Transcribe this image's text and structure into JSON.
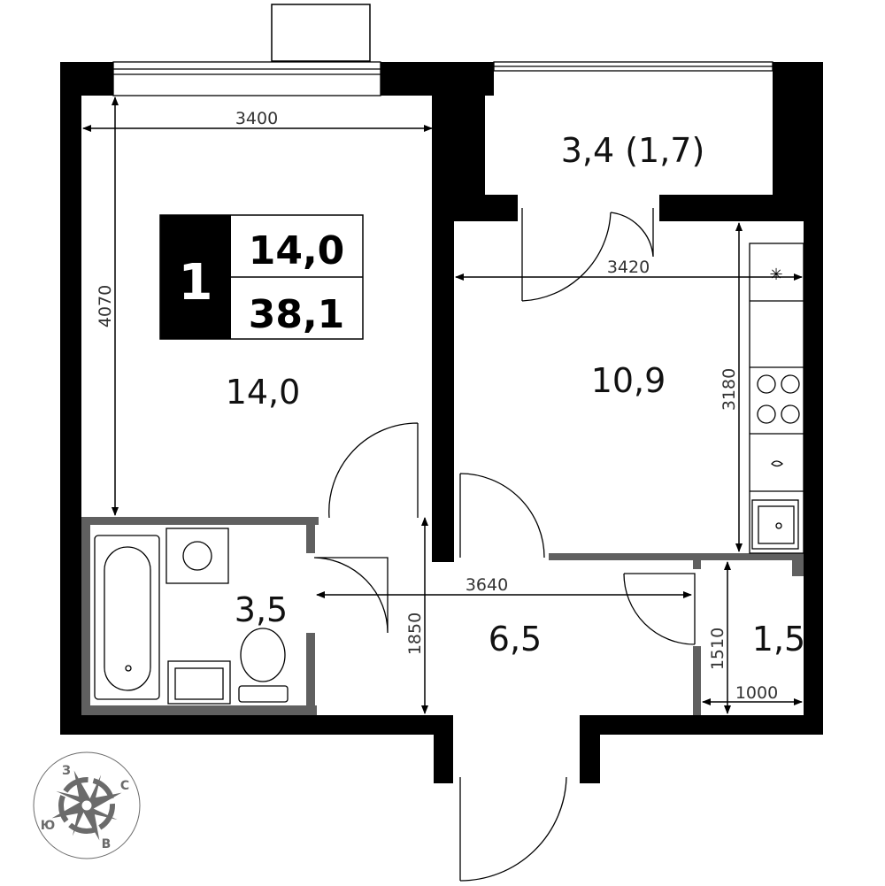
{
  "summary": {
    "rooms": "1",
    "living_area": "14,0",
    "total_area": "38,1"
  },
  "rooms": {
    "living": "14,0",
    "loggia": "3,4 (1,7)",
    "kitchen": "10,9",
    "bathroom": "3,5",
    "hall": "6,5",
    "wc": "1,5"
  },
  "dimensions": {
    "living_width": "3400",
    "living_depth": "4070",
    "kitchen_width": "3420",
    "kitchen_depth": "3180",
    "hall_width": "3640",
    "hall_depth": "1850",
    "wc_depth": "1510",
    "wc_width": "1000"
  },
  "compass": {
    "n": "С",
    "s": "Ю",
    "w": "З",
    "e": "В"
  },
  "colors": {
    "wall": "#000000",
    "partition": "#606060",
    "compass": "#6b6b6b"
  }
}
